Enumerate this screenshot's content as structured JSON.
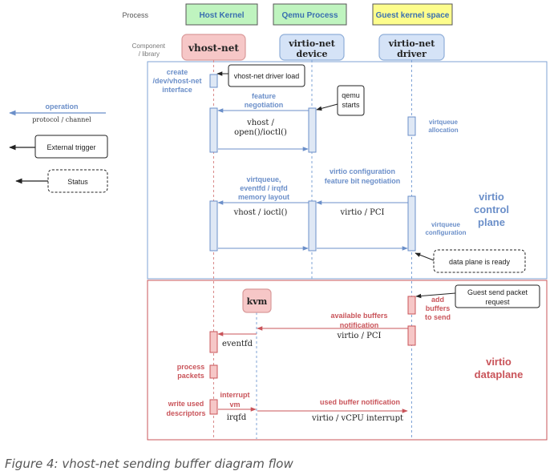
{
  "colors": {
    "kernel_bg": "#bff4bf",
    "qemu_bg": "#bff4bf",
    "guest_bg": "#fdfd8c",
    "vhost_box": "#f6c7c7",
    "vhost_border": "#d99a9a",
    "virtio_box": "#d5e3f7",
    "virtio_border": "#8faed8",
    "blue": "#6b8fc9",
    "red": "#c9545a",
    "activation": "#dfe8f5"
  },
  "header": {
    "process_label": "Process",
    "component_label_1": "Component",
    "component_label_2": "/ library",
    "processes": [
      "Host Kernel",
      "Qemu Process",
      "Guest kernel space"
    ]
  },
  "components": {
    "vhost_net": "vhost-net",
    "virtio_device_1": "virtio-net",
    "virtio_device_2": "device",
    "virtio_driver_1": "virtio-net",
    "virtio_driver_2": "driver",
    "kvm": "kvm"
  },
  "legend": {
    "operation_1": "operation",
    "operation_2": "protocol / channel",
    "external_trigger": "External trigger",
    "status": "Status"
  },
  "control": {
    "create_1": "create",
    "create_2": "/dev/vhost-net",
    "create_3": "interface",
    "driver_load": "vhost-net driver load",
    "feature_1": "feature",
    "feature_2": "negotiation",
    "qemu_starts_1": "qemu",
    "qemu_starts_2": "starts",
    "vhost_open_1": "vhost /",
    "vhost_open_2": "open()/ioctl()",
    "vq_alloc_1": "virtqueue",
    "vq_alloc_2": "allocation",
    "vq_layout_1": "virtqueue,",
    "vq_layout_2": "eventfd / irqfd",
    "vq_layout_3": "memory layout",
    "vhost_ioctl": "vhost / ioctl()",
    "virtio_cfg_1": "virtio configuration",
    "virtio_cfg_2": "feature bit negotiation",
    "virtio_pci": "virtio / PCI",
    "vq_cfg_1": "virtqueue",
    "vq_cfg_2": "configuration",
    "data_plane_ready": "data plane is ready",
    "plane_1": "virtio",
    "plane_2": "control",
    "plane_3": "plane"
  },
  "dataplane": {
    "guest_send_1": "Guest send packet",
    "guest_send_2": "request",
    "add_buffers_1": "add",
    "add_buffers_2": "buffers",
    "add_buffers_3": "to send",
    "avail_1": "available buffers",
    "avail_2": "notification",
    "virtio_pci": "virtio / PCI",
    "eventfd": "eventfd",
    "process_1": "process",
    "process_2": "packets",
    "write_1": "write used",
    "write_2": "descriptors",
    "interrupt_1": "interrupt",
    "interrupt_2": "vm",
    "irqfd": "irqfd",
    "used_notif": "used buffer notification",
    "vcpu_interrupt": "virtio / vCPU interrupt",
    "plane_1": "virtio",
    "plane_2": "dataplane"
  },
  "caption": "Figure 4: vhost-net sending buffer diagram flow"
}
